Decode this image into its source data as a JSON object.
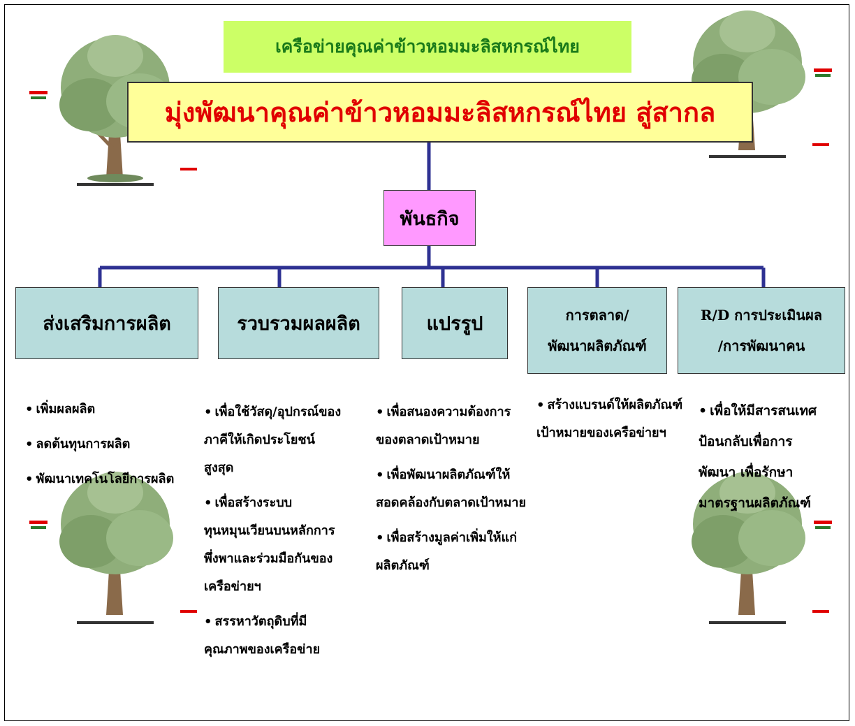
{
  "header": {
    "subtitle": "เครือข่ายคุณค่าข้าวหอมมะลิสหกรณ์ไทย",
    "title": "มุ่งพัฒนาคุณค่าข้าวหอมมะลิสหกรณ์ไทย สู่สากล"
  },
  "mission": "พันธกิจ",
  "bullet": "•",
  "colors": {
    "subtitle_bg": "#ccff66",
    "subtitle_text": "#1a7a1a",
    "title_bg": "#ffff99",
    "title_text": "#e00000",
    "mission_bg": "#ff99ff",
    "category_bg": "#b7dcdc",
    "connector": "#2e3192"
  },
  "categories": [
    {
      "label": "ส่งเสริมการผลิต",
      "items": [
        "เพิ่มผลผลิต",
        "ลดต้นทุนการผลิต",
        "พัฒนาเทคโนโลยีการผลิต"
      ]
    },
    {
      "label": "รวบรวมผลผลิต",
      "items": [
        "เพื่อใช้วัสดุ/อุปกรณ์ของภาคีให้เกิดประโยชน์สูงสุด",
        "เพื่อสร้างระบบทุนหมุนเวียนบนหลักการพึ่งพาและร่วมมือกันของเครือข่ายฯ",
        "สรรหาวัตถุดิบที่มีคุณภาพของเครือข่าย"
      ]
    },
    {
      "label": "แปรรูป",
      "items": [
        "เพื่อสนองความต้องการของตลาดเป้าหมาย",
        "เพื่อพัฒนาผลิตภัณฑ์ให้สอดคล้องกับตลาดเป้าหมาย",
        "เพื่อสร้างมูลค่าเพิ่มให้แก่ผลิตภัณฑ์"
      ]
    },
    {
      "label_line1": "การตลาด/",
      "label_line2": "พัฒนาผลิตภัณฑ์",
      "items": [
        "สร้างแบรนด์ให้ผลิตภัณฑ์เป้าหมายของเครือข่ายฯ"
      ]
    },
    {
      "label_line1": "R/D การประเมินผล",
      "label_line2": "/การพัฒนาคน",
      "items": [
        "เพื่อให้มีสารสนเทศป้อนกลับเพื่อการพัฒนา เพื่อรักษามาตรฐานผลิตภัณฑ์"
      ]
    }
  ],
  "decorations": [
    "tree-image",
    "tree-image",
    "tree-image",
    "tree-image"
  ]
}
